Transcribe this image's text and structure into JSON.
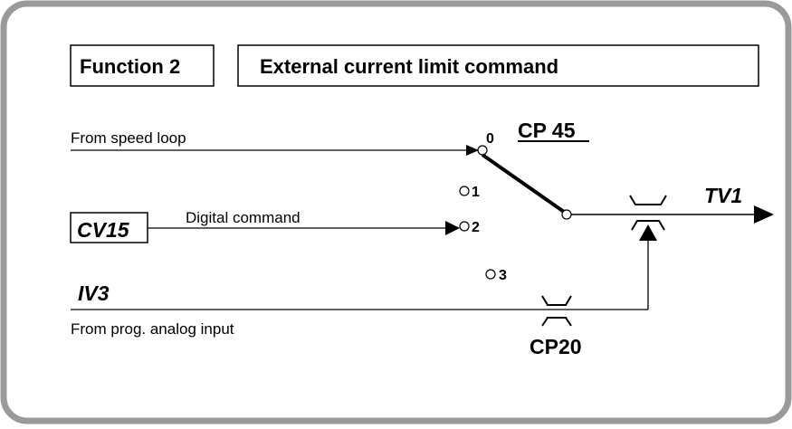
{
  "header": {
    "function_label": "Function 2",
    "function_title": "External current limit command"
  },
  "selector": {
    "parameter": "CP 45",
    "positions": [
      "0",
      "1",
      "2",
      "3"
    ]
  },
  "inputs": {
    "speed_loop": "From speed loop",
    "digital_source": "CV15",
    "digital_label": "Digital command",
    "analog_source": "IV3",
    "analog_label": "From prog. analog input"
  },
  "limiter": {
    "parameter": "CP20"
  },
  "output": {
    "name": "TV1"
  },
  "colors": {
    "panel_border": "#9a9a9a",
    "line": "#000000",
    "background": "#ffffff"
  }
}
